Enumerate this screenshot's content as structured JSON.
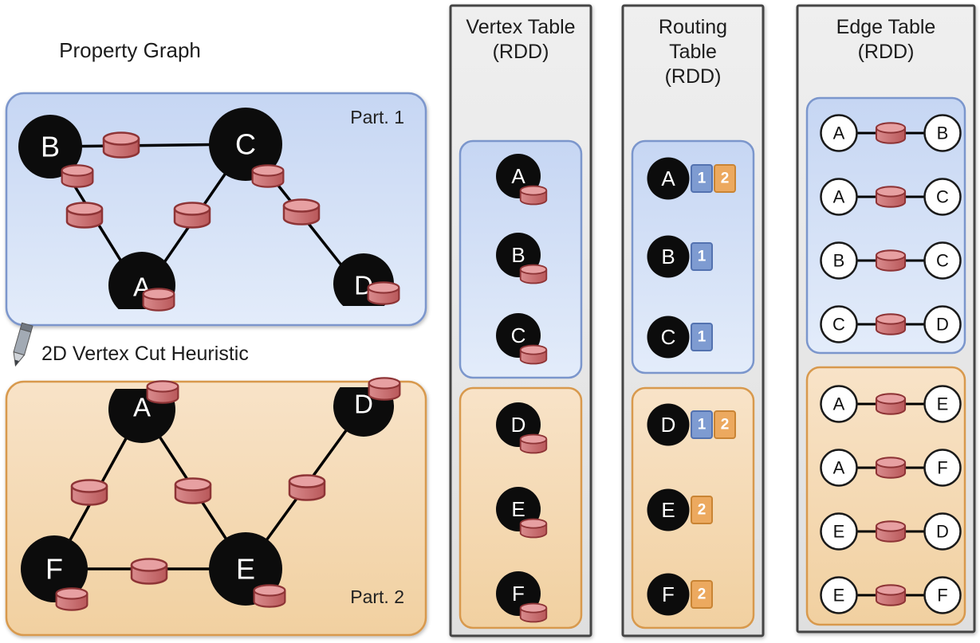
{
  "colors": {
    "partition1_fill_top": "#c6d6f3",
    "partition1_fill_bottom": "#e3ecfa",
    "partition1_border": "#7b96cc",
    "partition2_fill_top": "#f8e3c8",
    "partition2_fill_bottom": "#f1d0a0",
    "partition2_border": "#d8994d",
    "column_fill": "#e8e8e8",
    "column_border": "#454545",
    "cylinder_body": "#c9696b",
    "cylinder_top": "#e7a0a2",
    "cylinder_border": "#8e3436",
    "routing_partition1_square": "#7e9bd1",
    "routing_partition2_square": "#eca95f",
    "vertex_fill": "#0c0c0c"
  },
  "property_graph": {
    "title": "Property Graph",
    "cut_label": "2D Vertex Cut Heuristic",
    "partition1": {
      "label": "Part. 1",
      "vertices": {
        "b": "B",
        "c": "C",
        "a": "A",
        "d": "D"
      },
      "edges": [
        [
          "B",
          "C"
        ],
        [
          "B",
          "A"
        ],
        [
          "C",
          "A"
        ],
        [
          "C",
          "D"
        ]
      ]
    },
    "partition2": {
      "label": "Part. 2",
      "vertices": {
        "a": "A",
        "d": "D",
        "f": "F",
        "e": "E"
      },
      "edges": [
        [
          "A",
          "F"
        ],
        [
          "A",
          "E"
        ],
        [
          "D",
          "E"
        ],
        [
          "F",
          "E"
        ]
      ]
    }
  },
  "vertex_table": {
    "title": "Vertex Table",
    "subtitle": "(RDD)",
    "partition1": [
      "A",
      "B",
      "C"
    ],
    "partition2": [
      "D",
      "E",
      "F"
    ]
  },
  "routing_table": {
    "title_line1": "Routing",
    "title_line2": "Table",
    "subtitle": "(RDD)",
    "partition1": [
      {
        "vertex": "A",
        "partitions": [
          "1",
          "2"
        ]
      },
      {
        "vertex": "B",
        "partitions": [
          "1"
        ]
      },
      {
        "vertex": "C",
        "partitions": [
          "1"
        ]
      }
    ],
    "partition2": [
      {
        "vertex": "D",
        "partitions": [
          "1",
          "2"
        ]
      },
      {
        "vertex": "E",
        "partitions": [
          "2"
        ]
      },
      {
        "vertex": "F",
        "partitions": [
          "2"
        ]
      }
    ]
  },
  "edge_table": {
    "title": "Edge Table",
    "subtitle": "(RDD)",
    "partition1": [
      [
        "A",
        "B"
      ],
      [
        "A",
        "C"
      ],
      [
        "B",
        "C"
      ],
      [
        "C",
        "D"
      ]
    ],
    "partition2": [
      [
        "A",
        "E"
      ],
      [
        "A",
        "F"
      ],
      [
        "E",
        "D"
      ],
      [
        "E",
        "F"
      ]
    ]
  }
}
